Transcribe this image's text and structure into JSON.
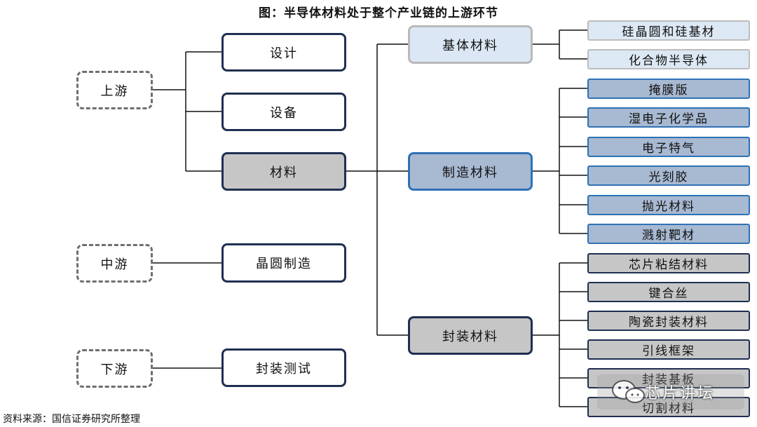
{
  "title": "图：半导体材料处于整个产业链的上游环节",
  "source": "资料来源：国信证券研究所整理",
  "stages": [
    {
      "label": "上游"
    },
    {
      "label": "中游"
    },
    {
      "label": "下游"
    }
  ],
  "upstream_items": [
    {
      "label": "设计"
    },
    {
      "label": "设备"
    },
    {
      "label": "材料"
    }
  ],
  "midstream_item": {
    "label": "晶圆制造"
  },
  "downstream_item": {
    "label": "封装测试"
  },
  "material_categories": [
    {
      "label": "基体材料",
      "items": [
        "硅晶圆和硅基材",
        "化合物半导体"
      ]
    },
    {
      "label": "制造材料",
      "items": [
        "掩膜版",
        "湿电子化学品",
        "电子特气",
        "光刻胶",
        "抛光材料",
        "溅射靶材"
      ]
    },
    {
      "label": "封装材料",
      "items": [
        "芯片粘结材料",
        "键合丝",
        "陶瓷封装材料",
        "引线框架",
        "封装基板",
        "切割材料"
      ]
    }
  ],
  "watermark": {
    "text": "芯片讲坛",
    "icon": "wechat-icon"
  },
  "colors": {
    "navy": "#1f2f52",
    "blue": "#2e72b5",
    "light_blue": "#dbe7f4",
    "mid_blue": "#a8b9d2",
    "gray": "#c6c6c6",
    "dash_gray": "#6f6f6f"
  }
}
